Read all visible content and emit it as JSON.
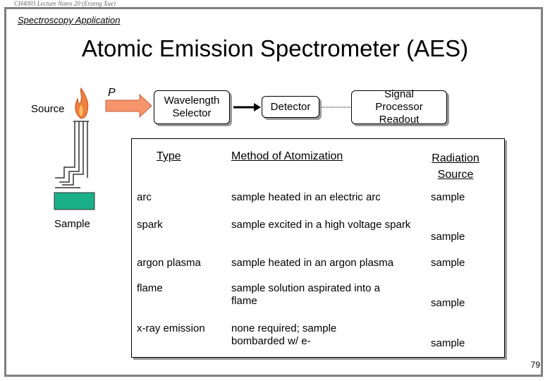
{
  "header_note": "CH4003 Lecture Notes 20 (Erzeng Xue)",
  "section_title": "Spectroscopy Application",
  "title": "Atomic Emission Spectrometer (AES)",
  "diagram": {
    "source_label": "Source",
    "p_label": "P",
    "sample_label": "Sample",
    "wavelength_selector": "Wavelength Selector",
    "detector": "Detector",
    "signal_processor": "Signal Processor Readout",
    "colors": {
      "arrow_fill": "#f6946c",
      "flame": "#f08040",
      "sample_fill": "#1ab089"
    }
  },
  "table": {
    "headers": {
      "type": "Type",
      "method": "Method of Atomization",
      "radiation": "Radiation Source"
    },
    "rows": [
      {
        "type": "arc",
        "method": "sample heated in an electric arc",
        "radiation": "sample"
      },
      {
        "type": "spark",
        "method": "sample excited in a high voltage spark",
        "radiation": "sample"
      },
      {
        "type": "argon plasma",
        "method": "sample heated in an argon plasma",
        "radiation": "sample"
      },
      {
        "type": "flame",
        "method": "sample solution aspirated into a flame",
        "radiation": "sample"
      },
      {
        "type": "x-ray emission",
        "method": "none required; sample bombarded w/ e-",
        "radiation": "sample"
      }
    ]
  },
  "page_number": "79"
}
